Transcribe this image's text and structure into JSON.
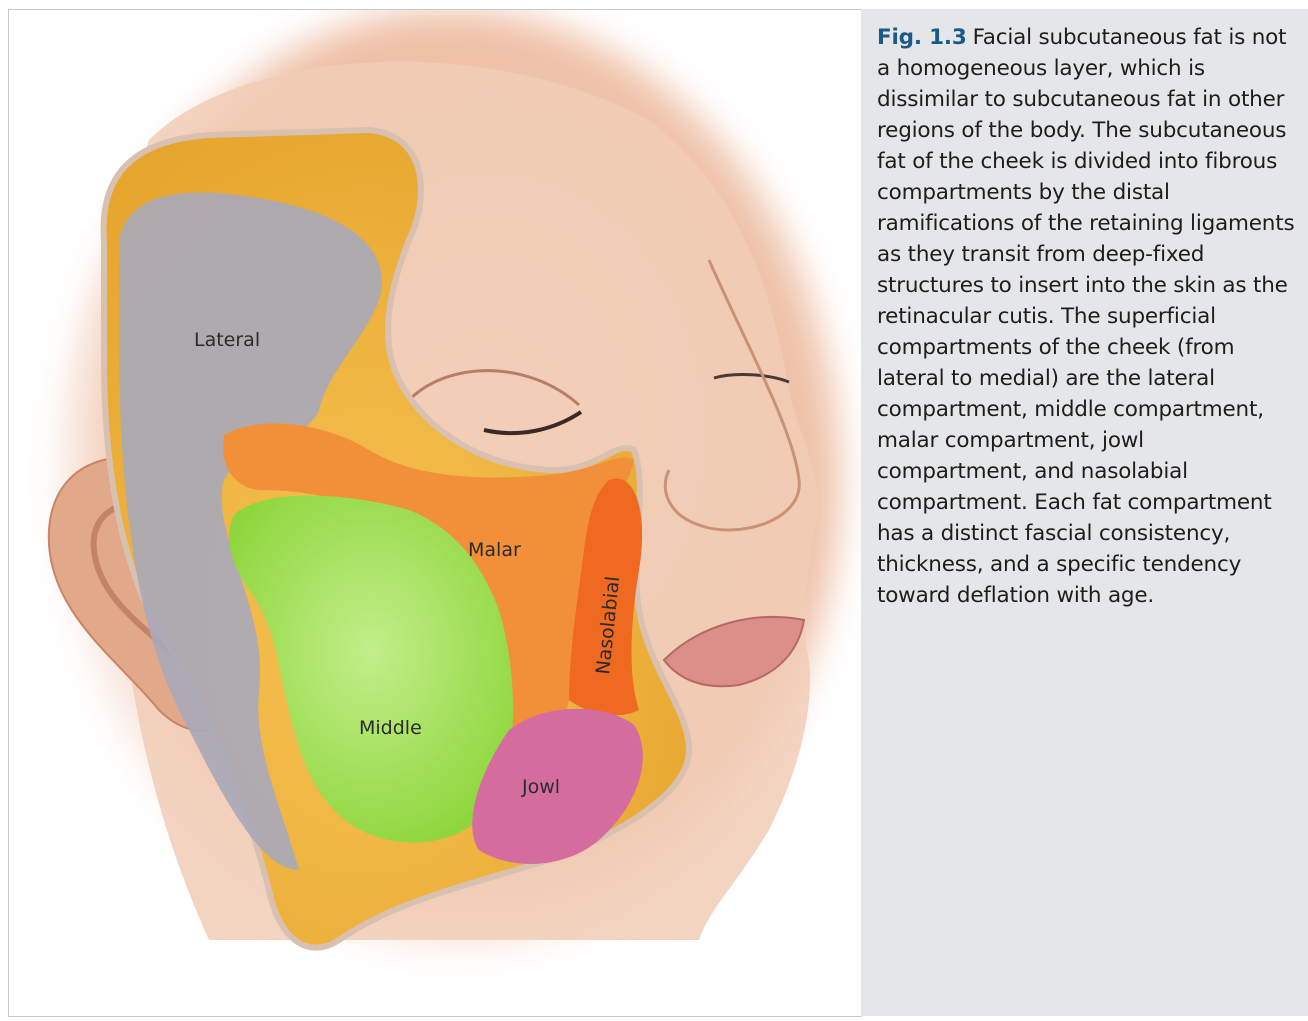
{
  "figure": {
    "label": "Fig. 1.3",
    "caption": "Facial subcutaneous fat is not a homogeneous layer, which is dissimilar to subcutaneous fat in other regions of the body. The subcutaneous fat of the cheek is divided into fibrous compartments by the distal ramifications of the retaining ligaments as they transit from deep-fixed structures to insert into the skin as the retinacular cutis. The superficial compartments of the cheek (from lateral to medial) are the lateral compartment, middle compartment, malar compartment, jowl compartment, and nasolabial compartment. Each fat compartment has a distinct fascial consistency, thickness, and a specific tendency toward deflation with age."
  },
  "illustration": {
    "regions": {
      "lateral": "Lateral",
      "malar": "Malar",
      "nasolabial": "Nasolabial",
      "middle": "Middle",
      "jowl": "Jowl"
    },
    "colors": {
      "skin": "#f0c9b0",
      "fat_background": "#f2b640",
      "lateral": "#a9a9b7",
      "malar": "#f2903a",
      "nasolabial": "#ef6a20",
      "middle": "#9ee04c",
      "jowl": "#d46c9e",
      "caption_panel": "#e5e6e8",
      "fig_label": "#1a5a8a"
    }
  }
}
